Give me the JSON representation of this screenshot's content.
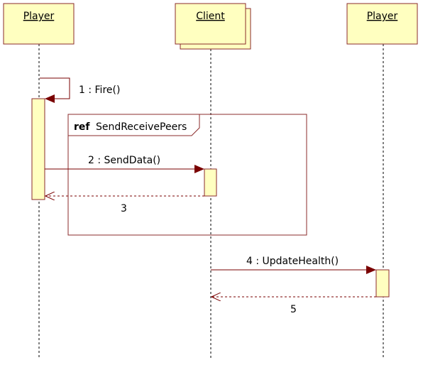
{
  "lifelines": [
    {
      "title": "Player"
    },
    {
      "title": "Client"
    },
    {
      "title": "Player"
    }
  ],
  "messages": [
    {
      "label": "1 : Fire()"
    },
    {
      "label": "2 : SendData()"
    },
    {
      "label": "3"
    },
    {
      "label": "4 : UpdateHealth()"
    },
    {
      "label": "5"
    }
  ],
  "frame": {
    "keyword": "ref",
    "name": "SendReceivePeers"
  },
  "colors": {
    "box_fill": "#ffffc0",
    "box_stroke": "#8b2b2b",
    "arrow": "#7a0000",
    "frame_stroke": "#8b2b2b",
    "lifeline": "#000000"
  }
}
